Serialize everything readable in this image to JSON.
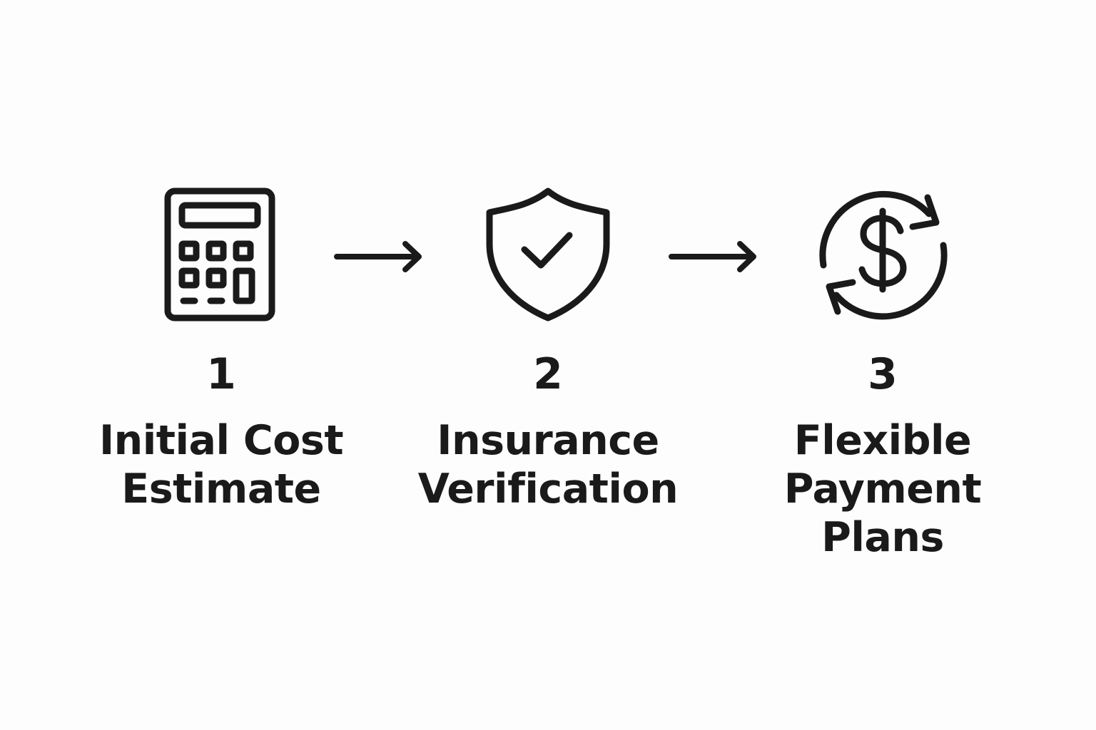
{
  "colors": {
    "background": "#fdfdfd",
    "ink": "#1a1a1a"
  },
  "steps": [
    {
      "number": "1",
      "label_lines": [
        "Initial Cost",
        "Estimate"
      ],
      "icon": "calculator-icon"
    },
    {
      "number": "2",
      "label_lines": [
        "Insurance",
        "Verification"
      ],
      "icon": "shield-check-icon"
    },
    {
      "number": "3",
      "label_lines": [
        "Flexible",
        "Payment",
        "Plans"
      ],
      "icon": "dollar-cycle-icon"
    }
  ],
  "connectors": [
    "arrow-right-icon",
    "arrow-right-icon"
  ]
}
